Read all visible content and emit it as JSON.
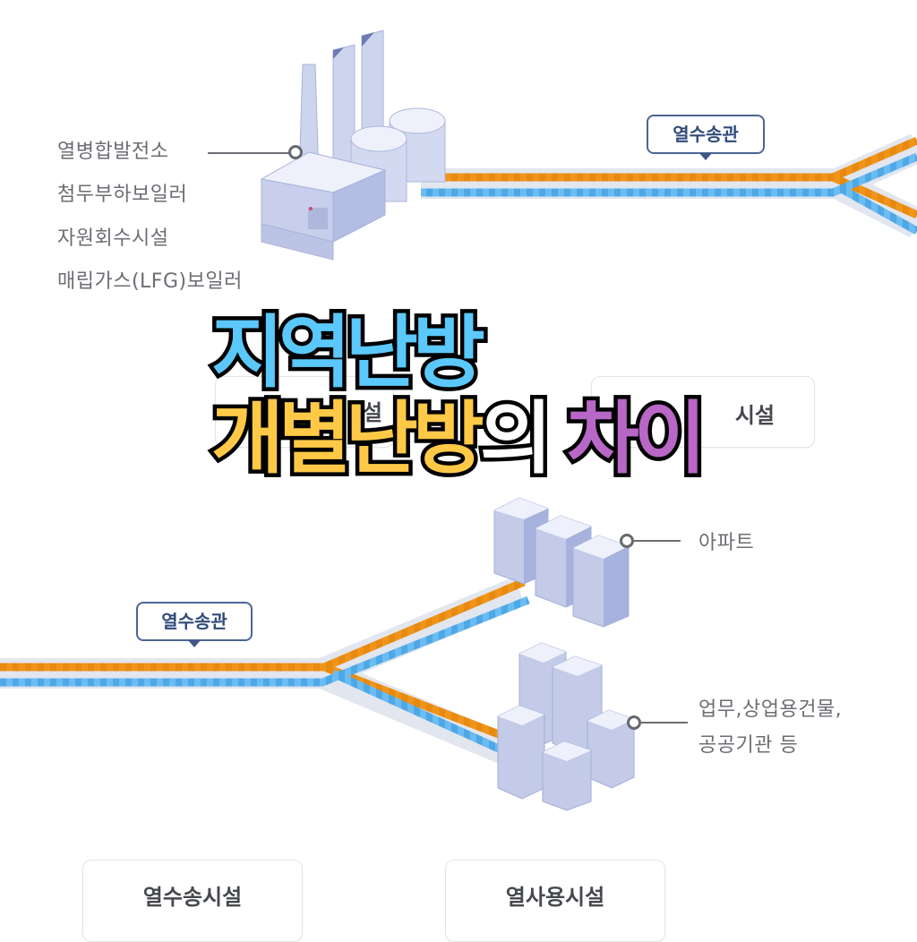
{
  "colors": {
    "pipe_supply": "#f0951a",
    "pipe_return": "#5cb3ee",
    "pipe_casing": "#dfe3ea",
    "tag_border": "#4b6596",
    "label_gray": "#6b6e73",
    "title_blue": "#5ac8fa",
    "title_yellow": "#ffc947",
    "title_purple": "#b867c6",
    "title_white": "#ffffff",
    "building": "#c3cbe8"
  },
  "production": {
    "facility_labels": [
      "열병합발전소",
      "첨두부하보일러",
      "자원회수시설",
      "매립가스(LFG)보일러"
    ],
    "box_label_partial_left": "설",
    "box_label_partial_right": "시설"
  },
  "pipes": {
    "top_tag": "열수송관",
    "bottom_tag": "열수송관"
  },
  "consumers": {
    "apartment_label": "아파트",
    "commercial_label_line1": "업무,상업용건물,",
    "commercial_label_line2": "공공기관 등"
  },
  "bottom_boxes": {
    "transport": "열수송시설",
    "usage": "열사용시설"
  },
  "title": {
    "line1": "지역난방",
    "line2_part1": "개별난방",
    "line2_part2": "의",
    "line2_part3": "차이"
  }
}
